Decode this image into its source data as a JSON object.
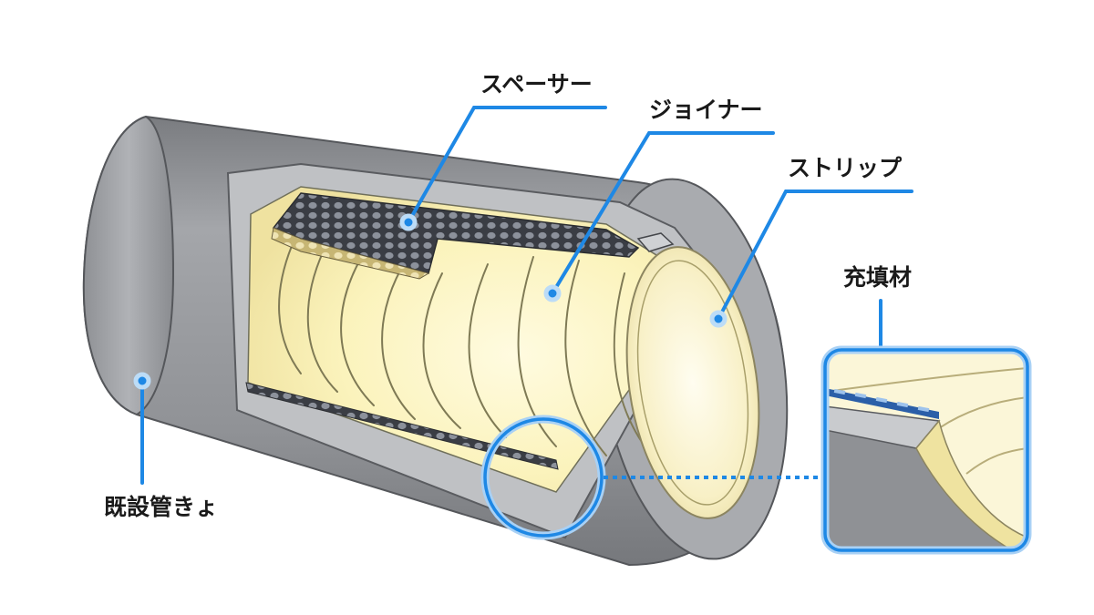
{
  "labels": {
    "spacer": "スペーサー",
    "joiner": "ジョイナー",
    "strip": "ストリップ",
    "filler": "充填材",
    "existing_pipe": "既設管きょ"
  },
  "colors": {
    "leader": "#1e88e5",
    "pipe_gray": "#8e9094",
    "liner_yellow": "#fbf5c0",
    "spacer_dark": "#3a3d44",
    "spacer_beige": "#d9c98e"
  }
}
